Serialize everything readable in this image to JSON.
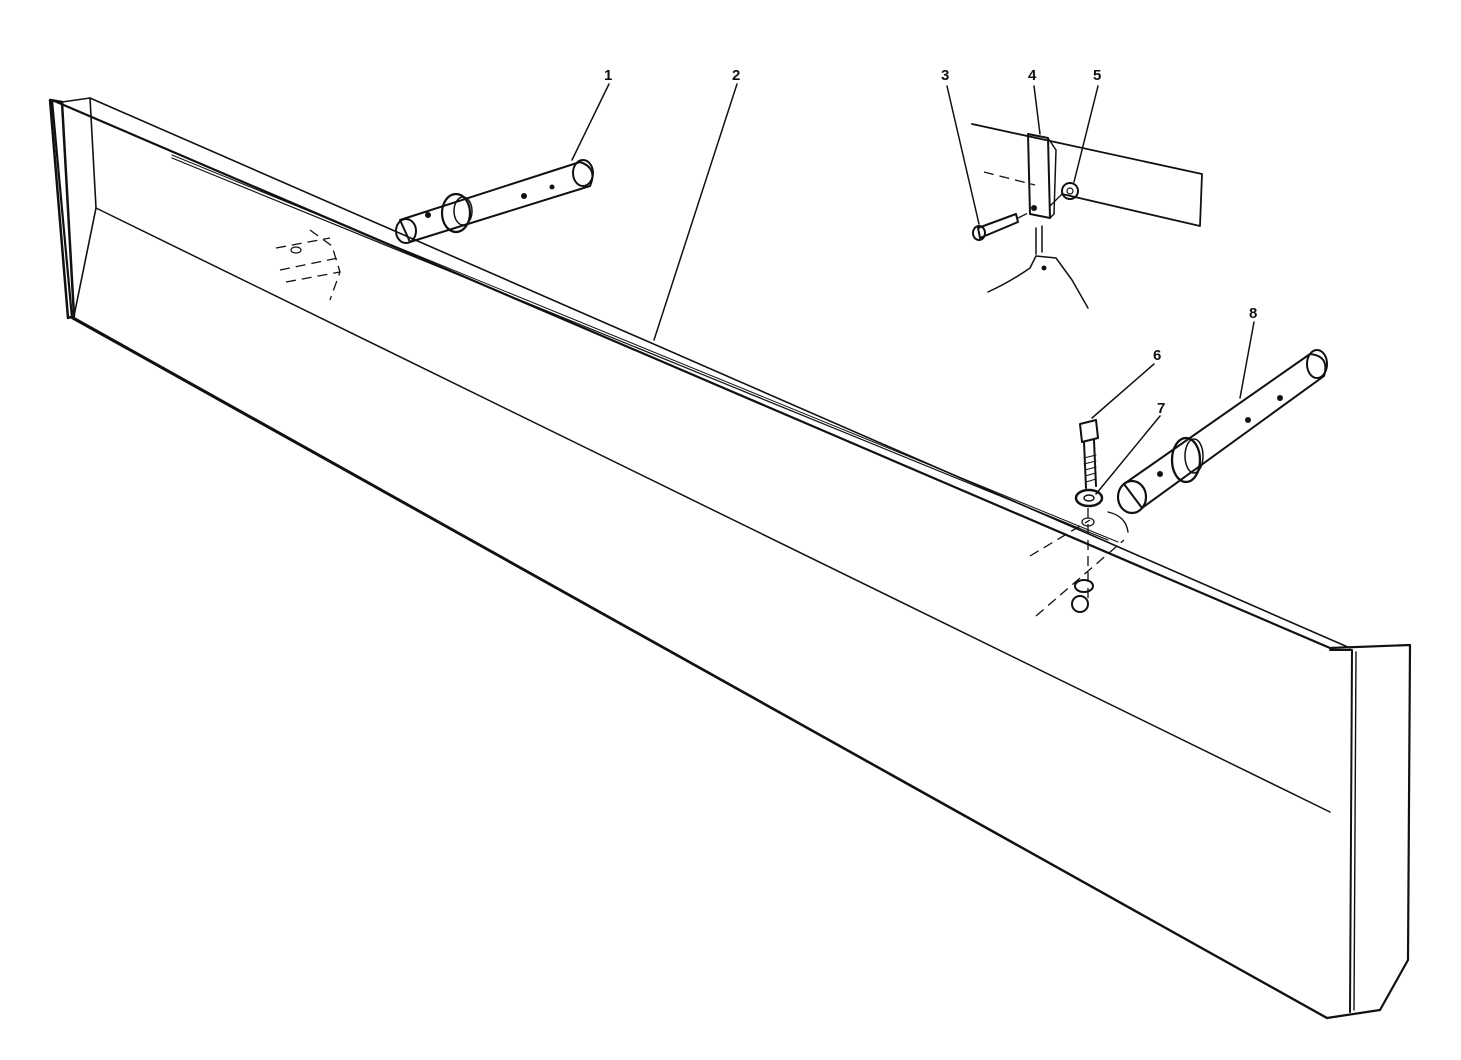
{
  "figure": {
    "colors": {
      "ink": "#111111",
      "paper": "#ffffff"
    },
    "parts": [
      {
        "id": "pin-left",
        "callout": "1"
      },
      {
        "id": "beam",
        "callout": "2"
      },
      {
        "id": "bolt-small",
        "callout": "3"
      },
      {
        "id": "bracket",
        "callout": "4"
      },
      {
        "id": "nut-small",
        "callout": "5"
      },
      {
        "id": "bolt",
        "callout": "6"
      },
      {
        "id": "washer",
        "callout": "7"
      },
      {
        "id": "pin-right",
        "callout": "8"
      }
    ]
  }
}
